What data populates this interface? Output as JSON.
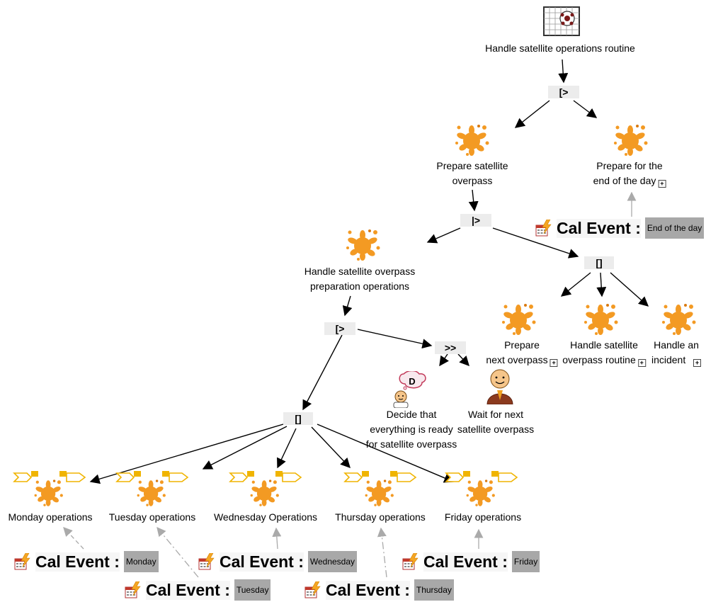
{
  "tasks": {
    "root": "Handle satellite operations routine",
    "prepare_overpass": [
      "Prepare satellite",
      "overpass"
    ],
    "end_of_day": [
      "Prepare for the",
      "end of the day"
    ],
    "handle_prep": [
      "Handle satellite overpass",
      "preparation operations"
    ],
    "prepare_next": [
      "Prepare",
      "next overpass"
    ],
    "overpass_routine": [
      "Handle satellite",
      "overpass routine"
    ],
    "incident": [
      "Handle an",
      "incident"
    ],
    "decide": [
      "Decide that",
      "everything is ready",
      "for satellite overpass"
    ],
    "wait": [
      "Wait for next",
      "satellite overpass"
    ],
    "monday": "Monday operations",
    "tuesday": "Tuesday operations",
    "wednesday": "Wednesday Operations",
    "thursday": "Thursday operations",
    "friday": "Friday operations"
  },
  "operators": {
    "op1": "[>",
    "op2": "|>",
    "op3": "[]",
    "op4": "[>",
    "op5": ">>",
    "op6": "[]"
  },
  "decision_letter": "D",
  "cal_events": {
    "title": "Cal Event :",
    "end_of_day": "End of the day",
    "monday": "Monday",
    "tuesday": "Tuesday",
    "wednesday": "Wednesday",
    "thursday": "Thursday",
    "friday": "Friday"
  },
  "colors": {
    "splat": "#f39a23",
    "splat_dark": "#d97a10",
    "flag": "#f0b400",
    "cal_value_bg": "#a8a8a8",
    "operator_bg": "#ececec",
    "arrow": "#000000",
    "event_arrow": "#aaaaaa"
  },
  "icons": {
    "abstract_task": "splat-icon",
    "root_task": "goal-icon",
    "user_task": "user-icon",
    "cognitive_task": "cognitive-decision-icon",
    "calendar": "calendar-event-icon",
    "expand": "plus-icon",
    "iteration": "iteration-flags-icon"
  }
}
